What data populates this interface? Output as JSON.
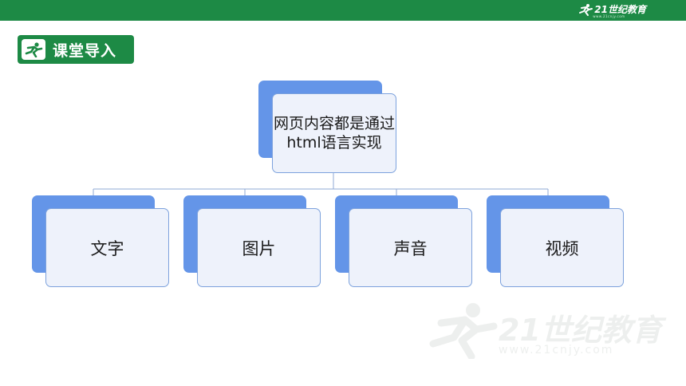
{
  "brand": {
    "logo_text": "21世纪教育",
    "logo_subtext": "www.21cnjy.com"
  },
  "section": {
    "title": "课堂导入"
  },
  "diagram": {
    "root": {
      "label": "网页内容都是通过html语言实现"
    },
    "children": [
      {
        "label": "文字"
      },
      {
        "label": "图片"
      },
      {
        "label": "声音"
      },
      {
        "label": "视频"
      }
    ]
  },
  "watermark": {
    "text": "21世纪教育",
    "subtext": "www.21cnjy.com"
  },
  "colors": {
    "header_green": "#1d8a45",
    "node_blue": "#6495e8",
    "node_fill": "#eef2fb",
    "node_border": "#7da2dd"
  },
  "icons": {
    "brand": "runner-logo-icon",
    "badge": "runner-icon"
  }
}
